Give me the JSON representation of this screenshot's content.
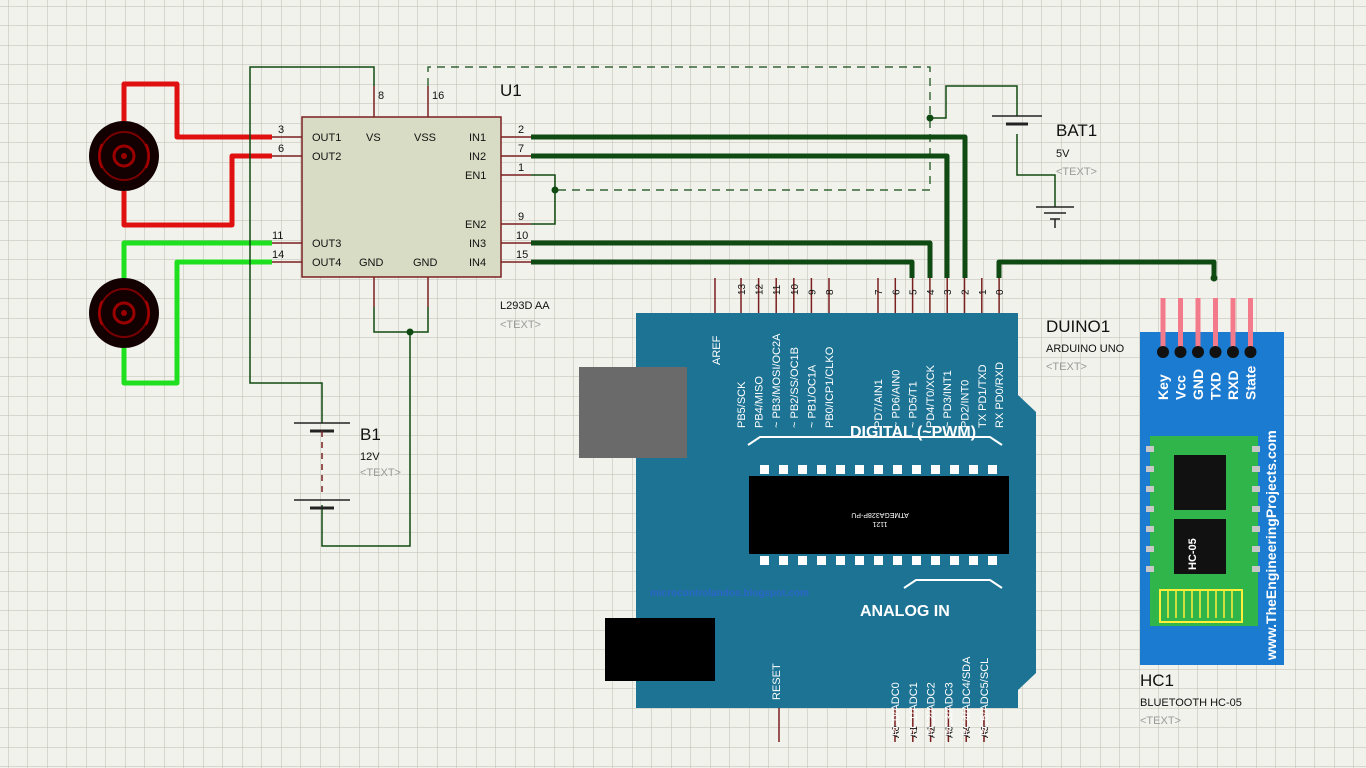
{
  "driver": {
    "ref": "U1",
    "part": "L293D AA",
    "text": "<TEXT>",
    "pins_left": [
      {
        "num": "3",
        "name": "OUT1"
      },
      {
        "num": "6",
        "name": "OUT2"
      },
      {
        "num": "11",
        "name": "OUT3"
      },
      {
        "num": "14",
        "name": "OUT4"
      }
    ],
    "pins_right": [
      {
        "num": "2",
        "name": "IN1"
      },
      {
        "num": "7",
        "name": "IN2"
      },
      {
        "num": "1",
        "name": "EN1"
      },
      {
        "num": "9",
        "name": "EN2"
      },
      {
        "num": "10",
        "name": "IN3"
      },
      {
        "num": "15",
        "name": "IN4"
      }
    ],
    "pins_top": [
      {
        "num": "8",
        "name": "VS"
      },
      {
        "num": "16",
        "name": "VSS"
      }
    ],
    "pins_bottom": [
      "GND",
      "GND"
    ]
  },
  "battery_5v": {
    "ref": "BAT1",
    "value": "5V",
    "text": "<TEXT>"
  },
  "battery_12v": {
    "ref": "B1",
    "value": "12V",
    "text": "<TEXT>"
  },
  "arduino": {
    "ref": "DUINO1",
    "model": "ARDUINO UNO",
    "text": "<TEXT>",
    "digital_label": "DIGITAL (~PWM)",
    "analog_label": "ANALOG IN",
    "watermark": "microcontrolandos.blogspot.com",
    "chip_label": "ATMEGA328P-PU",
    "chip_sub": "1121",
    "reset_label": "RESET",
    "aref_label": "AREF",
    "digital_pins_high": [
      {
        "num": "13",
        "name": "PB5/SCK"
      },
      {
        "num": "12",
        "name": "PB4/MISO"
      },
      {
        "num": "11",
        "name": "~ PB3/MOSI/OC2A"
      },
      {
        "num": "10",
        "name": "~ PB2/SS/OC1B"
      },
      {
        "num": "9",
        "name": "~ PB1/OC1A"
      },
      {
        "num": "8",
        "name": "PB0/ICP1/CLKO"
      }
    ],
    "digital_pins_low": [
      {
        "num": "7",
        "name": "PD7/AIN1"
      },
      {
        "num": "6",
        "name": "~ PD6/AIN0"
      },
      {
        "num": "5",
        "name": "~ PD5/T1"
      },
      {
        "num": "4",
        "name": "PD4/T0/XCK"
      },
      {
        "num": "3",
        "name": "~ PD3/INT1"
      },
      {
        "num": "2",
        "name": "PD2/INT0"
      },
      {
        "num": "1",
        "name": "TX PD1/TXD"
      },
      {
        "num": "0",
        "name": "RX PD0/RXD"
      }
    ],
    "analog_pins": [
      {
        "num": "A0",
        "name": "PC0/ADC0"
      },
      {
        "num": "A1",
        "name": "PC1/ADC1"
      },
      {
        "num": "A2",
        "name": "PC2/ADC2"
      },
      {
        "num": "A3",
        "name": "PC3/ADC3"
      },
      {
        "num": "A4",
        "name": "PC4/ADC4/SDA"
      },
      {
        "num": "A5",
        "name": "PC5/ADC5/SCL"
      }
    ]
  },
  "bluetooth": {
    "ref": "HC1",
    "model": "BLUETOOTH HC-05",
    "text": "<TEXT>",
    "pins": [
      "Key",
      "Vcc",
      "GND",
      "TXD",
      "RXD",
      "State"
    ],
    "module_label": "HC-05",
    "side_text": "www.TheEngineeringProjects.com"
  },
  "colors": {
    "wire_dark": "#0f4a12",
    "wire_red": "#e01010",
    "wire_green": "#1ee01e",
    "arduino_body": "#1d7394",
    "bt_body": "#1a7bd0",
    "ic_body": "#d9dcc4"
  }
}
